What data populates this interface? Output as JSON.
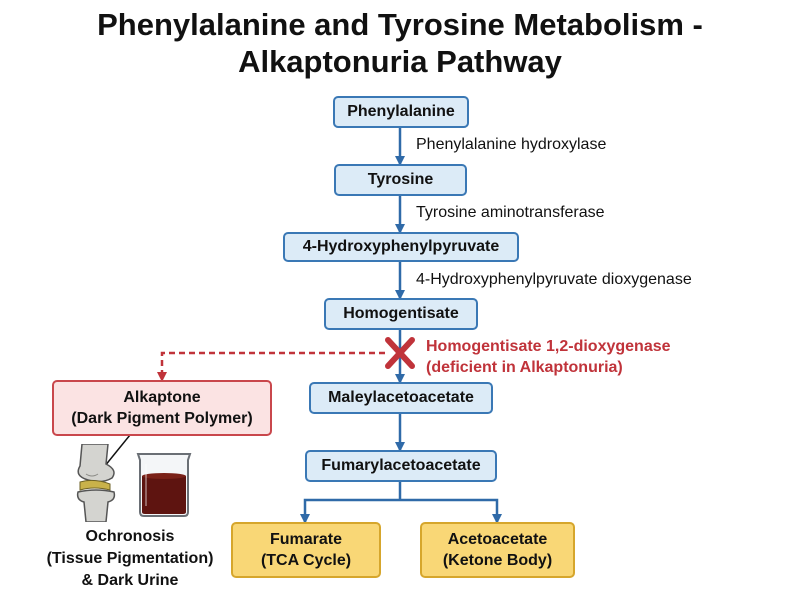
{
  "title": {
    "line1": "Phenylalanine and Tyrosine Metabolism -",
    "line2": "Alkaptonuria Pathway"
  },
  "pathway": {
    "phenylalanine": "Phenylalanine",
    "tyrosine": "Tyrosine",
    "hpp": "4-Hydroxyphenylpyruvate",
    "homogentisate": "Homogentisate",
    "maleylacetoacetate": "Maleylacetoacetate",
    "fumarylacetoacetate": "Fumarylacetoacetate"
  },
  "enzymes": {
    "phe_hydroxylase": "Phenylalanine hydroxylase",
    "tyr_aminotransferase": "Tyrosine aminotransferase",
    "hpp_dioxygenase": "4-Hydroxyphenylpyruvate dioxygenase",
    "hgd_line1": "Homogentisate 1,2-dioxygenase",
    "hgd_line2": "(deficient in Alkaptonuria)"
  },
  "products": {
    "fumarate_line1": "Fumarate",
    "fumarate_line2": "(TCA Cycle)",
    "acetoacetate_line1": "Acetoacetate",
    "acetoacetate_line2": "(Ketone Body)"
  },
  "side_branch": {
    "alkaptone_line1": "Alkaptone",
    "alkaptone_line2": "(Dark Pigment Polymer)",
    "caption_line1": "Ochronosis",
    "caption_line2": "(Tissue Pigmentation)",
    "caption_line3": "& Dark Urine"
  },
  "icons": {
    "block": "x-block-icon",
    "joint": "knee-joint-icon",
    "urine": "urine-beaker-icon"
  },
  "colors": {
    "arrow_blue": "#2f6aa8",
    "node_blue_fill": "#dcebf7",
    "node_blue_border": "#3a78b5",
    "product_fill": "#f9d776",
    "product_border": "#d6a62c",
    "deficient_red": "#c0333a",
    "alkaptone_fill": "#fbe3e3",
    "urine_dark": "#5e1410"
  }
}
